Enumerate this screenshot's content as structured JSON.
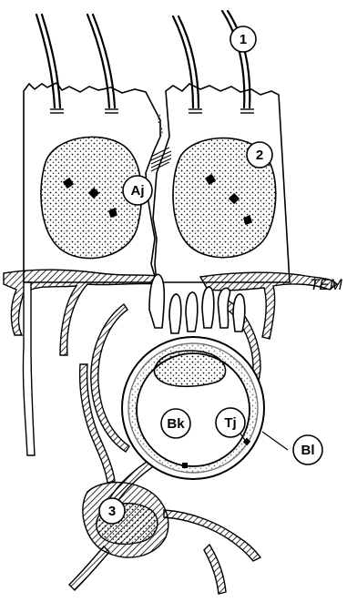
{
  "labels": {
    "label_1": "1",
    "label_2": "2",
    "label_3": "3",
    "label_aj": "Aj",
    "label_bk": "Bk",
    "label_tj": "Tj",
    "label_bl": "Bl",
    "label_tem": "TEM"
  },
  "colors": {
    "ink": "#000000",
    "paper": "#ffffff",
    "hatch": "#111111"
  },
  "icons": {
    "cilium": "cilium-icon",
    "nucleus": "nucleus-icon",
    "capillary": "capillary-icon"
  }
}
